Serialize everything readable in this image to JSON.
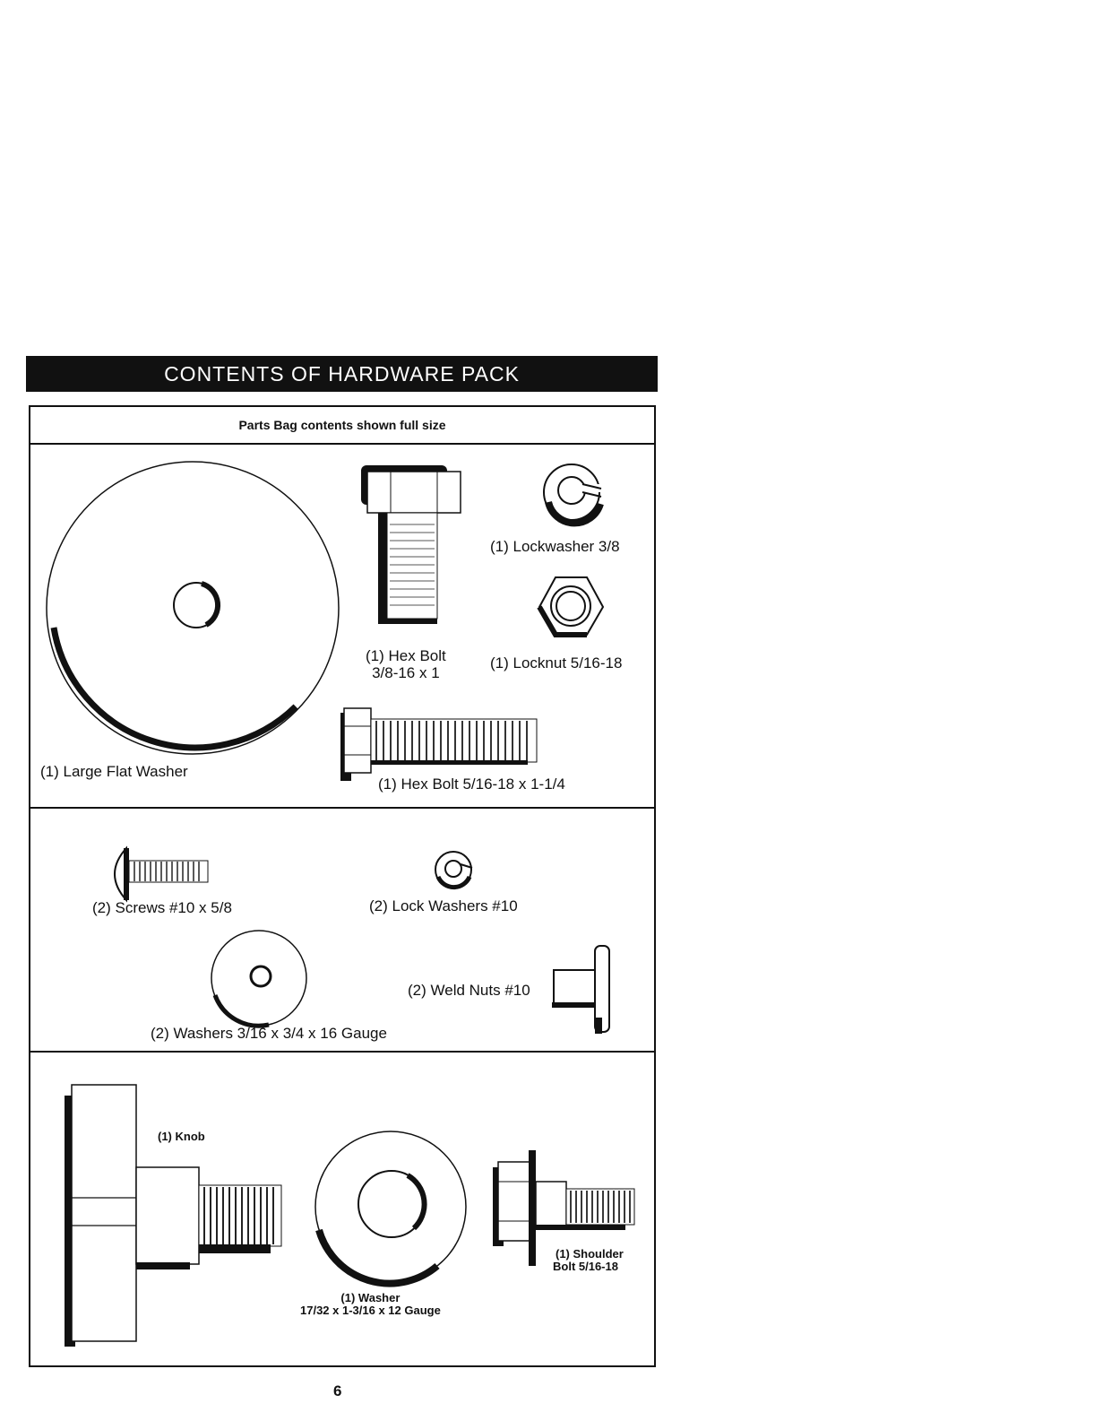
{
  "header": {
    "title": "CONTENTS OF HARDWARE PACK"
  },
  "subtitle": "Parts Bag contents shown full size",
  "parts": {
    "large_flat_washer": "(1) Large Flat Washer",
    "hex_bolt_3_8_line1": "(1) Hex Bolt",
    "hex_bolt_3_8_line2": "3/8-16 x 1",
    "lockwasher_3_8": "(1) Lockwasher  3/8",
    "locknut": "(1) Locknut  5/16-18",
    "hex_bolt_5_16": "(1) Hex Bolt  5/16-18 x 1-1/4",
    "screws": "(2) Screws  #10 x 5/8",
    "lock_washers_10": "(2) Lock Washers  #10",
    "washers_3_16": "(2) Washers  3/16 x 3/4 x 16 Gauge",
    "weld_nuts": "(2) Weld Nuts  #10",
    "knob": "(1) Knob",
    "washer_17_32_line1": "(1) Washer",
    "washer_17_32_line2": "17/32 x 1-3/16 x 12 Gauge",
    "shoulder_bolt_line1": "(1) Shoulder",
    "shoulder_bolt_line2": "Bolt  5/16-18"
  },
  "page": {
    "number": "6"
  }
}
